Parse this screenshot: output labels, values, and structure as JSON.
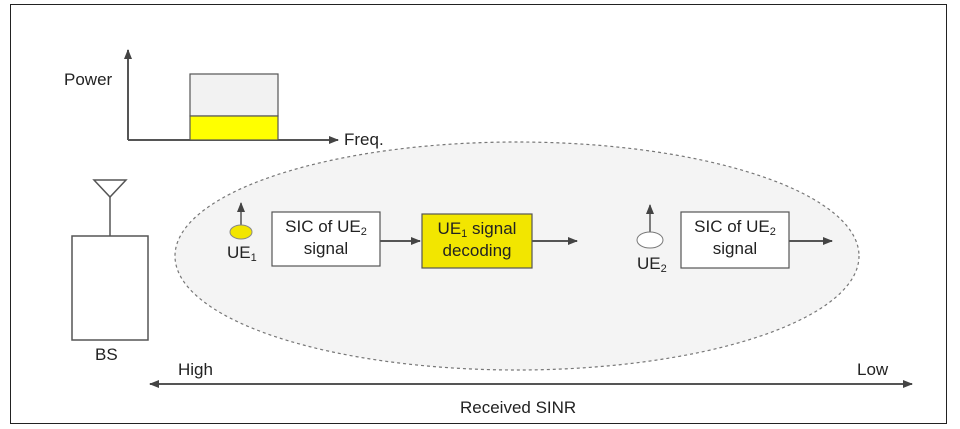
{
  "power_chart": {
    "y_label": "Power",
    "x_label": "Freq.",
    "colors": {
      "upper_block": "#f2f2f2",
      "lower_block": "#ffff00"
    }
  },
  "bs": {
    "label": "BS"
  },
  "ue1": {
    "label_main": "UE",
    "label_sub": "1",
    "color": "#f2e600",
    "sic_line1_main": "SIC of UE",
    "sic_line1_sub": "2",
    "sic_line2": "signal",
    "decode_line1_main": "UE",
    "decode_line1_sub": "1",
    "decode_line1_rest": " signal",
    "decode_line2": "decoding",
    "decode_color": "#f2e600"
  },
  "ue2": {
    "label_main": "UE",
    "label_sub": "2",
    "sic_line1_main": "SIC of UE",
    "sic_line1_sub": "2",
    "sic_line2": "signal"
  },
  "sinr_axis": {
    "left_label": "High",
    "right_label": "Low",
    "caption": "Received SINR"
  }
}
